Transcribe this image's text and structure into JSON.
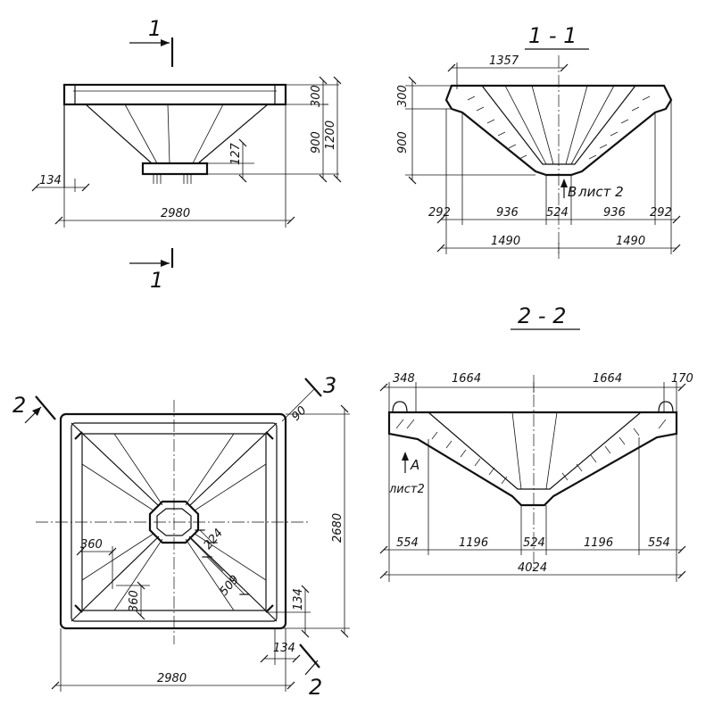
{
  "sections": {
    "s11_title": "1 - 1",
    "s22_title": "2 - 2"
  },
  "markers": {
    "cut1_top": "1",
    "cut1_bottom": "1",
    "cut2_top": "2",
    "cut2_bottom": "2",
    "cut3": "3"
  },
  "notes": {
    "view_b": "В",
    "view_a": "A",
    "sheet_ref_1": "лист 2",
    "sheet_ref_2": "лист2"
  },
  "elevation": {
    "d_134": "134",
    "d_2980": "2980",
    "d_300": "300",
    "d_900": "900",
    "d_1200": "1200",
    "d_127": "127"
  },
  "section_1_1": {
    "d_1357": "1357",
    "d_300": "300",
    "d_900": "900",
    "d_292a": "292",
    "d_936a": "936",
    "d_524": "524",
    "d_936b": "936",
    "d_292b": "292",
    "d_1490a": "1490",
    "d_1490b": "1490"
  },
  "plan": {
    "d_2980": "2980",
    "d_2680": "2680",
    "d_90": "90",
    "d_360a": "360",
    "d_360b": "360",
    "d_224": "224",
    "d_509": "509",
    "d_134a": "134",
    "d_134b": "134"
  },
  "section_2_2": {
    "d_348": "348",
    "d_1664a": "1664",
    "d_1664b": "1664",
    "d_170": "170",
    "d_554a": "554",
    "d_1196a": "1196",
    "d_524": "524",
    "d_1196b": "1196",
    "d_554b": "554",
    "d_4024": "4024"
  }
}
